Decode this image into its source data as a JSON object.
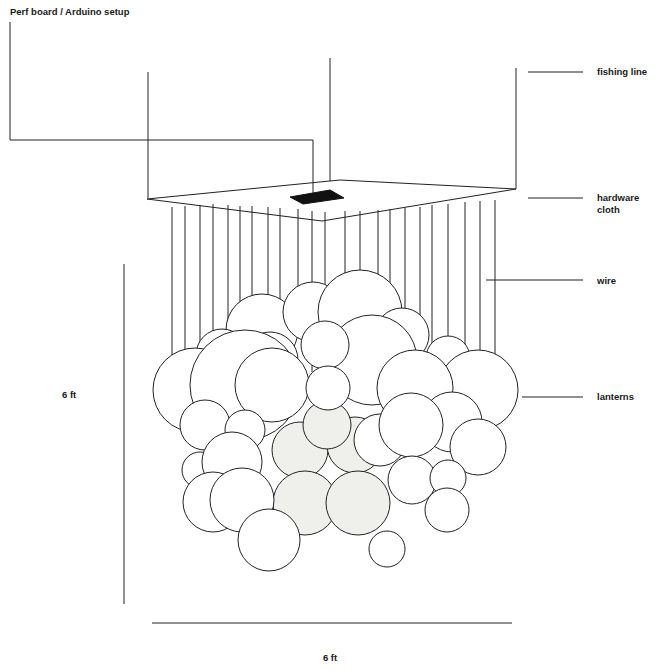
{
  "diagram": {
    "labels": [
      "Perf board / Arduino setup",
      "fishing line",
      "hardware cloth",
      "wire",
      "lanterns",
      "6 ft",
      "6 ft"
    ]
  }
}
